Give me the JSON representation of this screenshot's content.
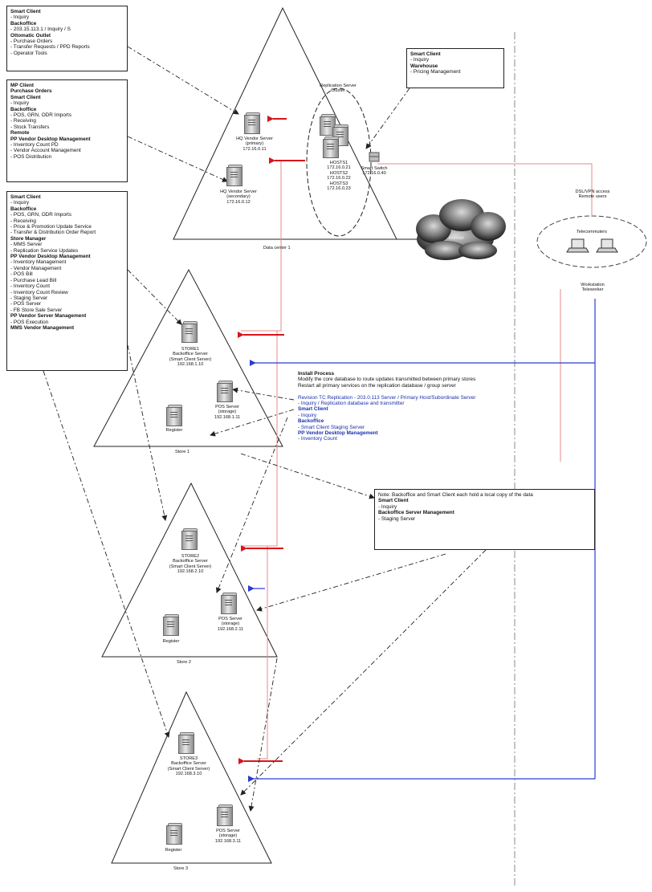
{
  "boxes": {
    "top_left": [
      "Smart Client",
      "- Inquiry",
      "Backoffice",
      "- 203.15.113.1 / Inquiry / S",
      "Ottomatic Outlet",
      "- Purchase Orders",
      "- Transfer Requests / PPD Reports",
      "- Operator Tools"
    ],
    "mid_left": [
      "MP Client",
      "Purchase Orders",
      "Smart Client",
      "- Inquiry",
      "Backoffice",
      "- POS, GRN, ODR Imports",
      "- Receiving",
      "- Stock Transfers",
      "Remote",
      "PP Vendor Desktop Management",
      "- Inventory Count PD",
      "- Vendor Account Management",
      "- POS Distribution"
    ],
    "big_left": [
      "Smart Client",
      "- Inquiry",
      "Backoffice",
      "- POS, GRN, ODR Imports",
      "- Receiving",
      "- Price & Promotion Update Service",
      "- Transfer & Distribution Order Report",
      "Store Manager",
      "- MMS Server",
      "- Replication Service Updates",
      "PP Vendor Desktop Management",
      "- Inventory Management",
      "- Vendor Management",
      "- POS Bill",
      "- Purchase Lead Bill",
      "- Inventory Count",
      "- Inventory Count Review",
      "- Staging Server",
      "- POS Server",
      "- FB Store Sale Server",
      "PP Vendor Server Management",
      "- POS Execution",
      "MMS Vendor Management"
    ],
    "smart_client_right": [
      "Smart Client",
      "- Inquiry",
      "Warehouse",
      "- Pricing Management"
    ],
    "install_process": [
      "Install Process",
      "Modify the core database to route updates transmitted between primary stores",
      "Restart all primary services on the replication database / group server",
      "",
      "Revision TC Replication - 203.0.113 Server / Primary Host/Subordinate Server",
      "- Inquiry / Replication database and transmitter",
      "Smart Client",
      "- Inquiry",
      "Backoffice",
      "- Smart Client Staging Server",
      "PP Vendor Desktop Management",
      "- Inventory Count"
    ],
    "bottom_right": [
      "Note: Backoffice and Smart Client each hold a local copy of the data",
      "Smart Client",
      "- Inquiry",
      "Backoffice Server Management",
      "- Staging Server"
    ]
  },
  "triangles": {
    "t1": {
      "caption": "Data center 1"
    },
    "t2": {
      "caption": "Store 1"
    },
    "t3": {
      "caption": "Store 2"
    },
    "t4": {
      "caption": "Store 3"
    }
  },
  "servers": {
    "s1": [
      "HQ Vendor Server",
      "(primary)",
      "172.16.0.11"
    ],
    "s2": [
      "HQ Vendor Server",
      "(secondary)",
      "172.16.0.12"
    ],
    "cluster_title": [
      "Replication Server",
      "Cluster"
    ],
    "cluster": [
      "HOSTS1",
      "172.16.0.21",
      "HOSTS2",
      "172.16.0.22",
      "HOSTS3",
      "172.16.0.23"
    ],
    "switch": [
      "Smart Switch",
      "172.16.0.40"
    ],
    "st2_main": [
      "STORE1",
      "Backoffice Server",
      "(Smart Client Server)",
      "192.168.1.10"
    ],
    "st2_pos": [
      "POS Server",
      "(storage)",
      "192.168.1.11"
    ],
    "st2_reg": [
      "Register"
    ],
    "st3_main": [
      "STORE2",
      "Backoffice Server",
      "(Smart Client Server)",
      "192.168.2.10"
    ],
    "st3_pos": [
      "POS Server",
      "(storage)",
      "192.168.2.11"
    ],
    "st3_reg": [
      "Register"
    ],
    "st4_main": [
      "STORE3",
      "Backoffice Server",
      "(Smart Client Server)",
      "192.168.3.10"
    ],
    "st4_pos": [
      "POS Server",
      "(storage)",
      "192.168.3.11"
    ],
    "st4_reg": [
      "Register"
    ]
  },
  "internet_label": [
    "Internet"
  ],
  "teleworker": {
    "title": "Telecommuters",
    "link_label": [
      "DSL/VPN access",
      "Remote users"
    ],
    "caption": [
      "Workstation",
      "Teleworker"
    ]
  },
  "colors": {
    "red": "#d8141c",
    "blue": "#2a3cd0",
    "line": "#222222",
    "pink": "#e88a8a"
  }
}
